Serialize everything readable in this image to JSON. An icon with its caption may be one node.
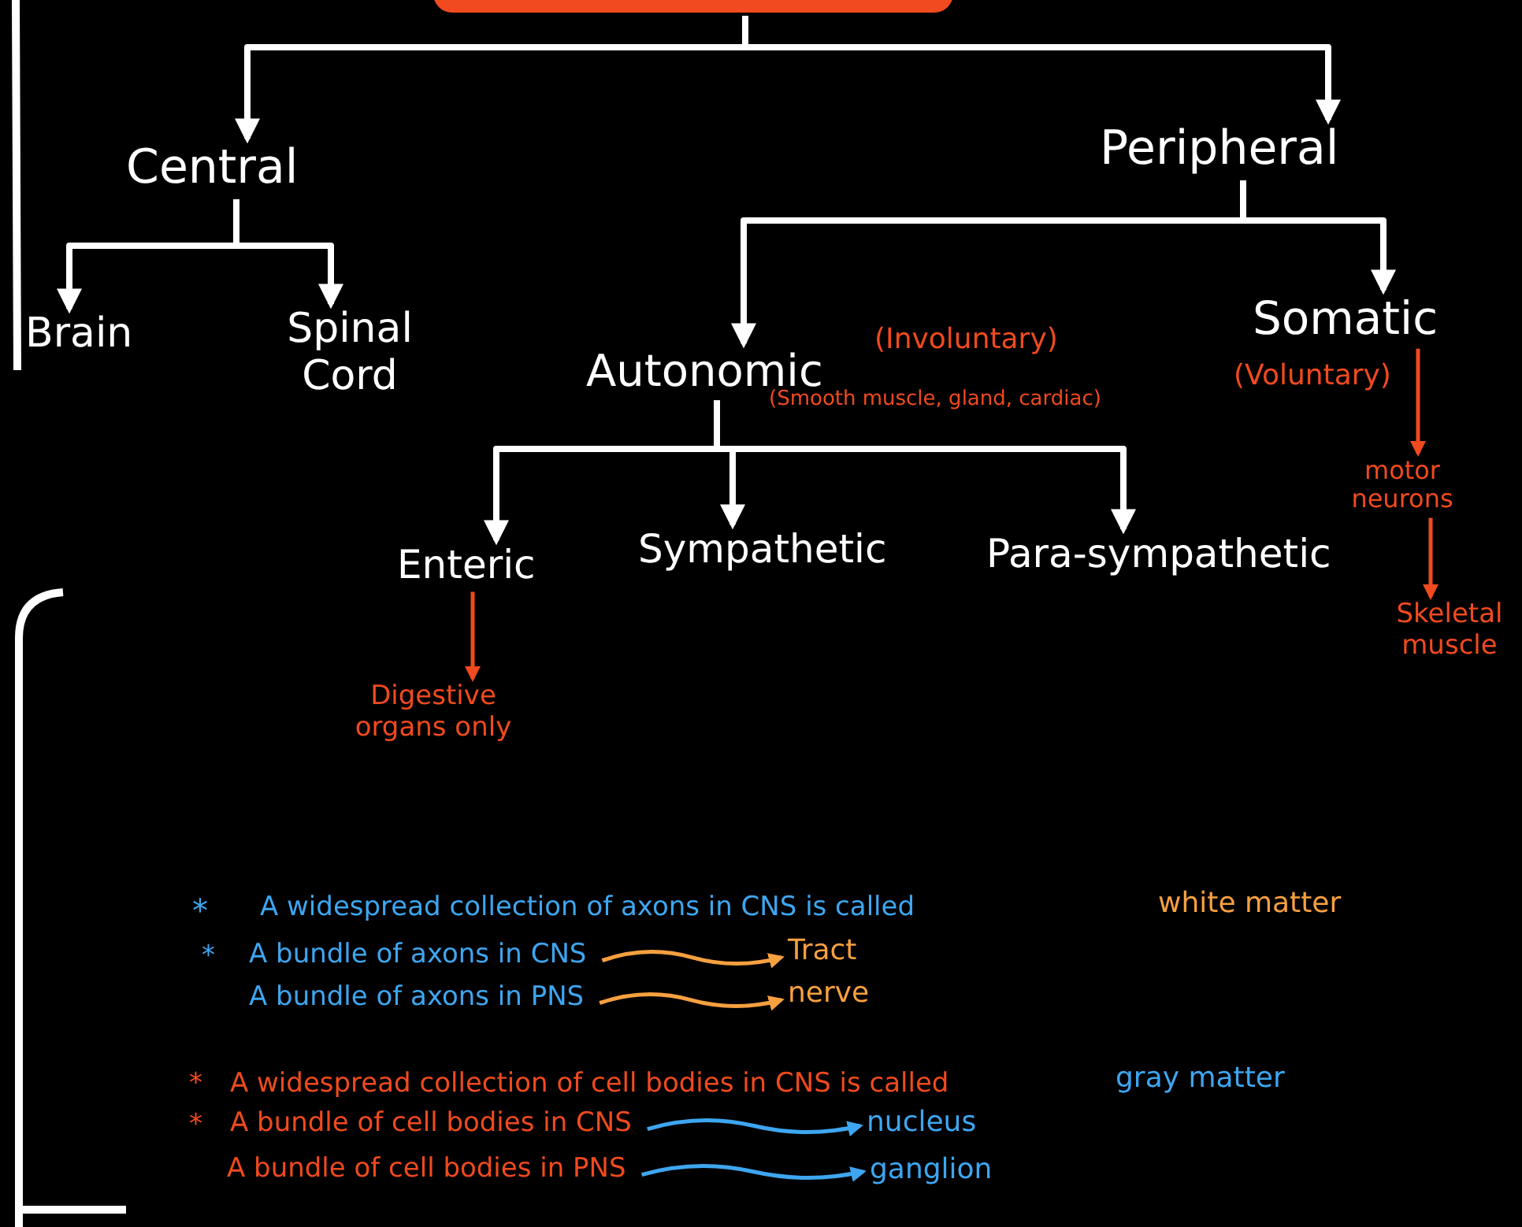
{
  "diagram": {
    "nodes": [
      {
        "text": [],
        "shape": "box"
      },
      {
        "text": [
          "Central"
        ]
      },
      {
        "text": [
          "Peripheral"
        ]
      },
      {
        "text": [
          "Brain"
        ]
      },
      {
        "text": [
          "Spinal Cord"
        ]
      },
      {
        "text": [
          "Autonomic"
        ],
        "beside": [
          "(Involuntary)",
          "(Smooth muscle, gland, cardiac)"
        ]
      },
      {
        "text": [
          "Somatic"
        ],
        "beside": [
          "(Voluntary)"
        ]
      },
      {
        "text": [
          "Enteric"
        ]
      },
      {
        "text": [
          "Sympathetic"
        ]
      },
      {
        "text": [
          "Para-sympathetic"
        ]
      },
      {
        "text": [
          "Digestive organs only"
        ]
      },
      {
        "text": [
          "motor neurons"
        ]
      },
      {
        "text": [
          "Skeletal muscle"
        ]
      },
      {
        "text": [
          "A bundle of axons in CNS"
        ]
      },
      {
        "text": [
          "Tract"
        ]
      },
      {
        "text": [
          "A bundle of axons in PNS"
        ]
      },
      {
        "text": [
          "nerve"
        ]
      },
      {
        "text": [
          "A bundle of cell bodies in CNS"
        ]
      },
      {
        "text": [
          "nucleus"
        ]
      },
      {
        "text": [
          "A bundle of cell bodies in PNS"
        ]
      },
      {
        "text": [
          "ganglion"
        ]
      }
    ],
    "edges": [
      {
        "from": 0,
        "to": 1,
        "arrow": "to"
      },
      {
        "from": 0,
        "to": 2,
        "arrow": "to"
      },
      {
        "from": 1,
        "to": 3,
        "arrow": "to"
      },
      {
        "from": 1,
        "to": 4,
        "arrow": "to"
      },
      {
        "from": 2,
        "to": 5,
        "arrow": "to"
      },
      {
        "from": 2,
        "to": 6,
        "arrow": "to"
      },
      {
        "from": 5,
        "to": 7,
        "arrow": "to"
      },
      {
        "from": 5,
        "to": 8,
        "arrow": "to"
      },
      {
        "from": 5,
        "to": 9,
        "arrow": "to"
      },
      {
        "from": 7,
        "to": 10,
        "arrow": "to",
        "color": "#f04a1e"
      },
      {
        "from": 6,
        "to": 11,
        "arrow": "to",
        "color": "#f04a1e"
      },
      {
        "from": 11,
        "to": 12,
        "arrow": "to",
        "color": "#f04a1e"
      },
      {
        "from": 13,
        "to": 14,
        "arrow": "to",
        "color": "#f7a040"
      },
      {
        "from": 15,
        "to": 16,
        "arrow": "to",
        "color": "#f7a040"
      },
      {
        "from": 17,
        "to": 18,
        "arrow": "to",
        "color": "#3ea6f0"
      },
      {
        "from": 19,
        "to": 20,
        "arrow": "to",
        "color": "#3ea6f0"
      }
    ],
    "labels": [
      "*",
      "A widespread collection of axons in CNS is called",
      "white matter",
      "*",
      "*",
      "A widespread collection of cell bodies in CNS is called",
      "gray matter",
      "*"
    ]
  }
}
